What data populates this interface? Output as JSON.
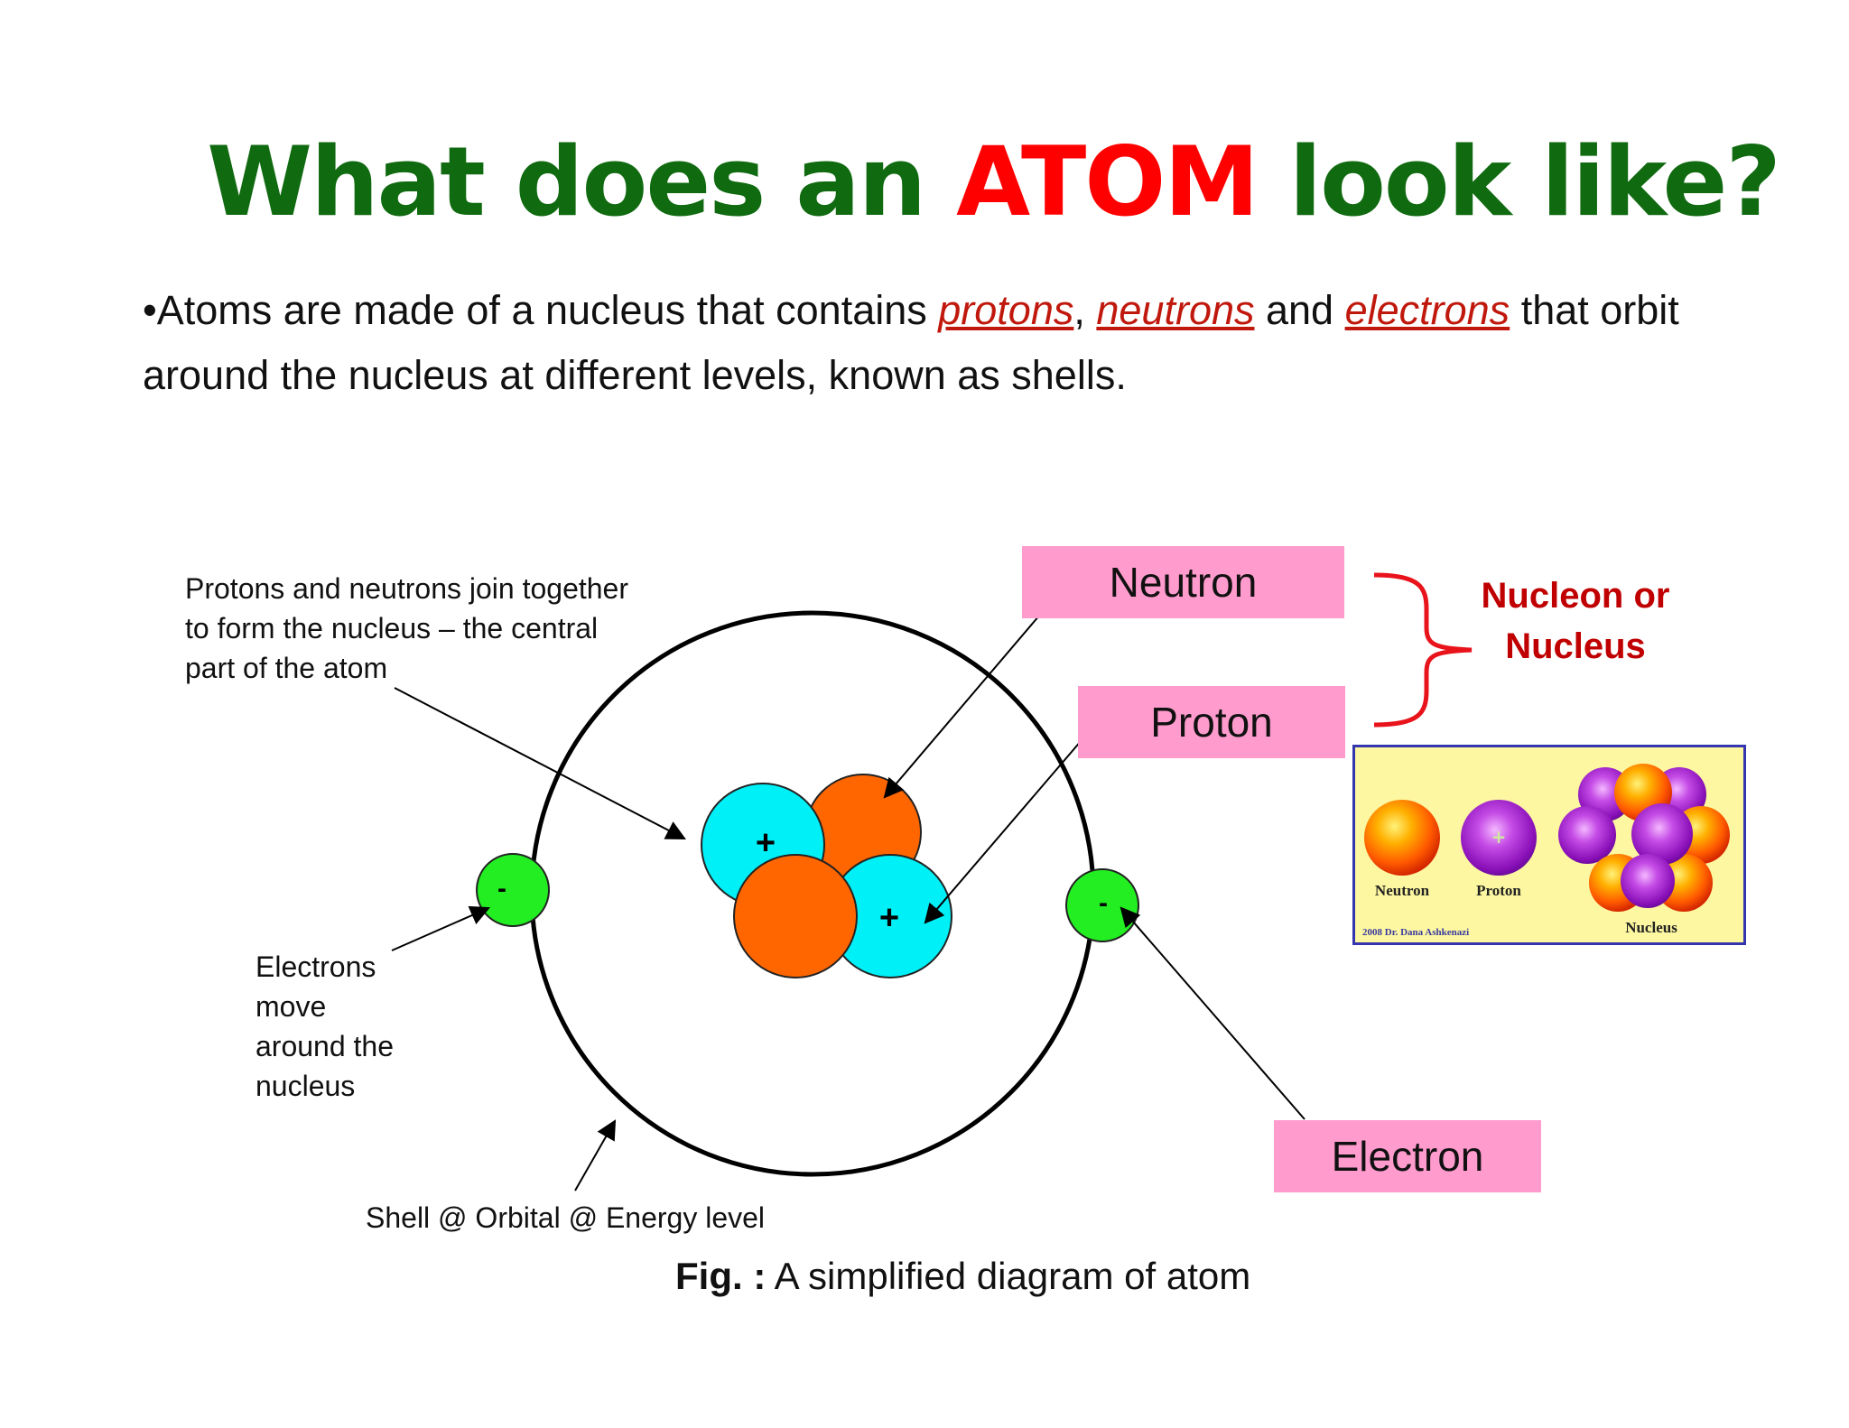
{
  "title": {
    "prefix": "What does an ",
    "highlight": "ATOM",
    "suffix": " look like?"
  },
  "intro": {
    "bullet": "•",
    "text1": "Atoms are made of a nucleus that contains ",
    "term1": "protons",
    "sep1": ", ",
    "term2": "neutrons",
    "text2": " and ",
    "term3": "electrons",
    "text3": " that orbit around the nucleus at different levels, known as shells."
  },
  "notes": {
    "nucleus_note": "Protons and neutrons join together\nto form the nucleus – the central\npart of the atom",
    "electrons_note": "Electrons\nmove\naround the\nnucleus",
    "shell_note": "Shell @ Orbital @ Energy level"
  },
  "labels": {
    "neutron": "Neutron",
    "proton": "Proton",
    "electron": "Electron",
    "nucleon": "Nucleon or\nNucleus"
  },
  "particle_signs": {
    "proton": "+",
    "electron": "-"
  },
  "inset": {
    "neutron_label": "Neutron",
    "proton_label": "Proton",
    "nucleus_label": "Nucleus",
    "credit": "2008  Dr. Dana Ashkenazi"
  },
  "caption": {
    "prefix": "Fig. :",
    "text": " A simplified diagram of atom"
  },
  "colors": {
    "title_green": "#106a10",
    "atom_red": "#ff0000",
    "proton_cyan": "#00f0f8",
    "neutron_orange": "#ff6600",
    "electron_green": "#22ee22",
    "label_pink": "#ff9bcd",
    "nucleon_red": "#c00000"
  }
}
